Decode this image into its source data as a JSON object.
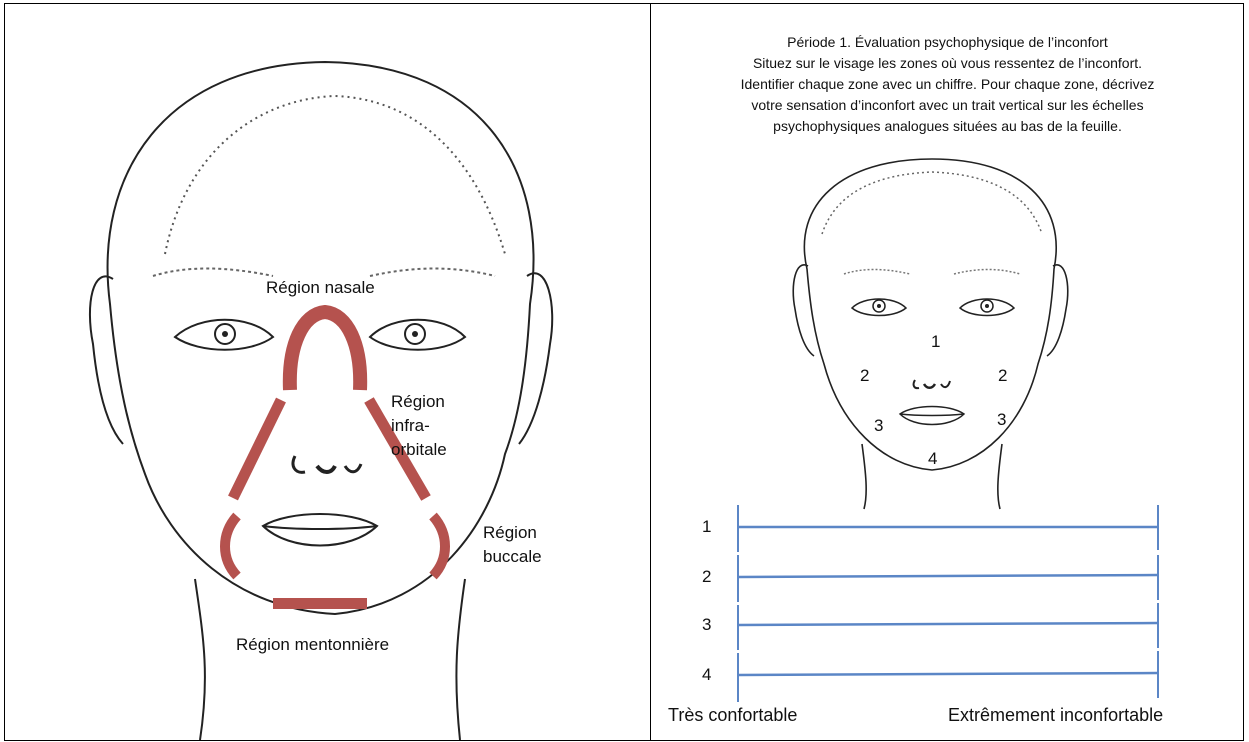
{
  "left_panel": {
    "labels": {
      "nasal": "Région nasale",
      "infra_line1": "Région",
      "infra_line2": "infra-",
      "infra_line3": "orbitale",
      "buccal_line1": "Région",
      "buccal_line2": "buccale",
      "chin": "Région mentonnière"
    },
    "region_color": "#b5524e"
  },
  "right_panel": {
    "instructions": [
      "Période 1. Évaluation psychophysique de l’inconfort",
      "Situez sur le visage les zones où vous ressentez de l’inconfort.",
      "Identifier chaque zone avec un chiffre. Pour chaque zone, décrivez",
      "votre sensation d’inconfort avec un trait vertical sur les échelles",
      "psychophysiques analogues situées au bas de la feuille."
    ],
    "face_zone_numbers": {
      "nose": "1",
      "cheek_left": "2",
      "cheek_right": "2",
      "jaw_left": "3",
      "jaw_right": "3",
      "chin": "4"
    },
    "scales": [
      {
        "number": "1"
      },
      {
        "number": "2"
      },
      {
        "number": "3"
      },
      {
        "number": "4"
      }
    ],
    "scale_min_label": "Très confortable",
    "scale_max_label": "Extrêmement inconfortable",
    "scale_color": "#5b86c6"
  }
}
